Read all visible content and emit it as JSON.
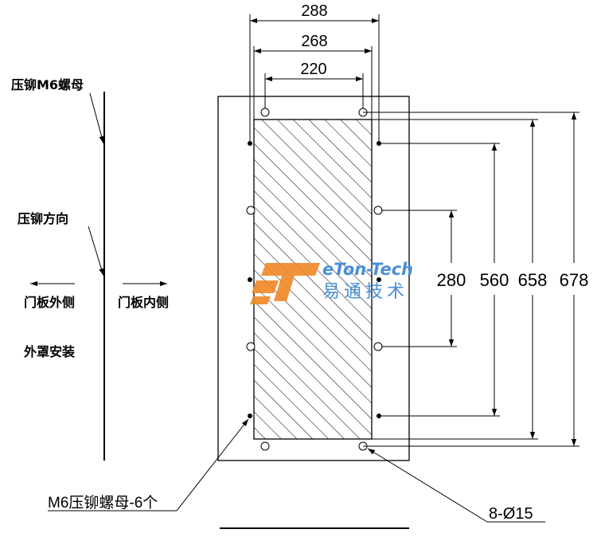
{
  "labels": {
    "nut_label": "压铆M6螺母",
    "direction_label": "压铆方向",
    "outer_side": "门板外侧",
    "inner_side": "门板内侧",
    "install_mode": "外罩安装",
    "nut_count": "M6压铆螺母-6个",
    "holes": "8-Ø15"
  },
  "dimensions": {
    "w288": "288",
    "w268": "268",
    "w220": "220",
    "h280": "280",
    "h560": "560",
    "h658": "658",
    "h678": "678"
  },
  "watermark": {
    "brand_en": "eTon-Tech",
    "brand_cn": "易通技术",
    "logo_color": "#f08a2a",
    "text_color": "#4a8fd4"
  }
}
